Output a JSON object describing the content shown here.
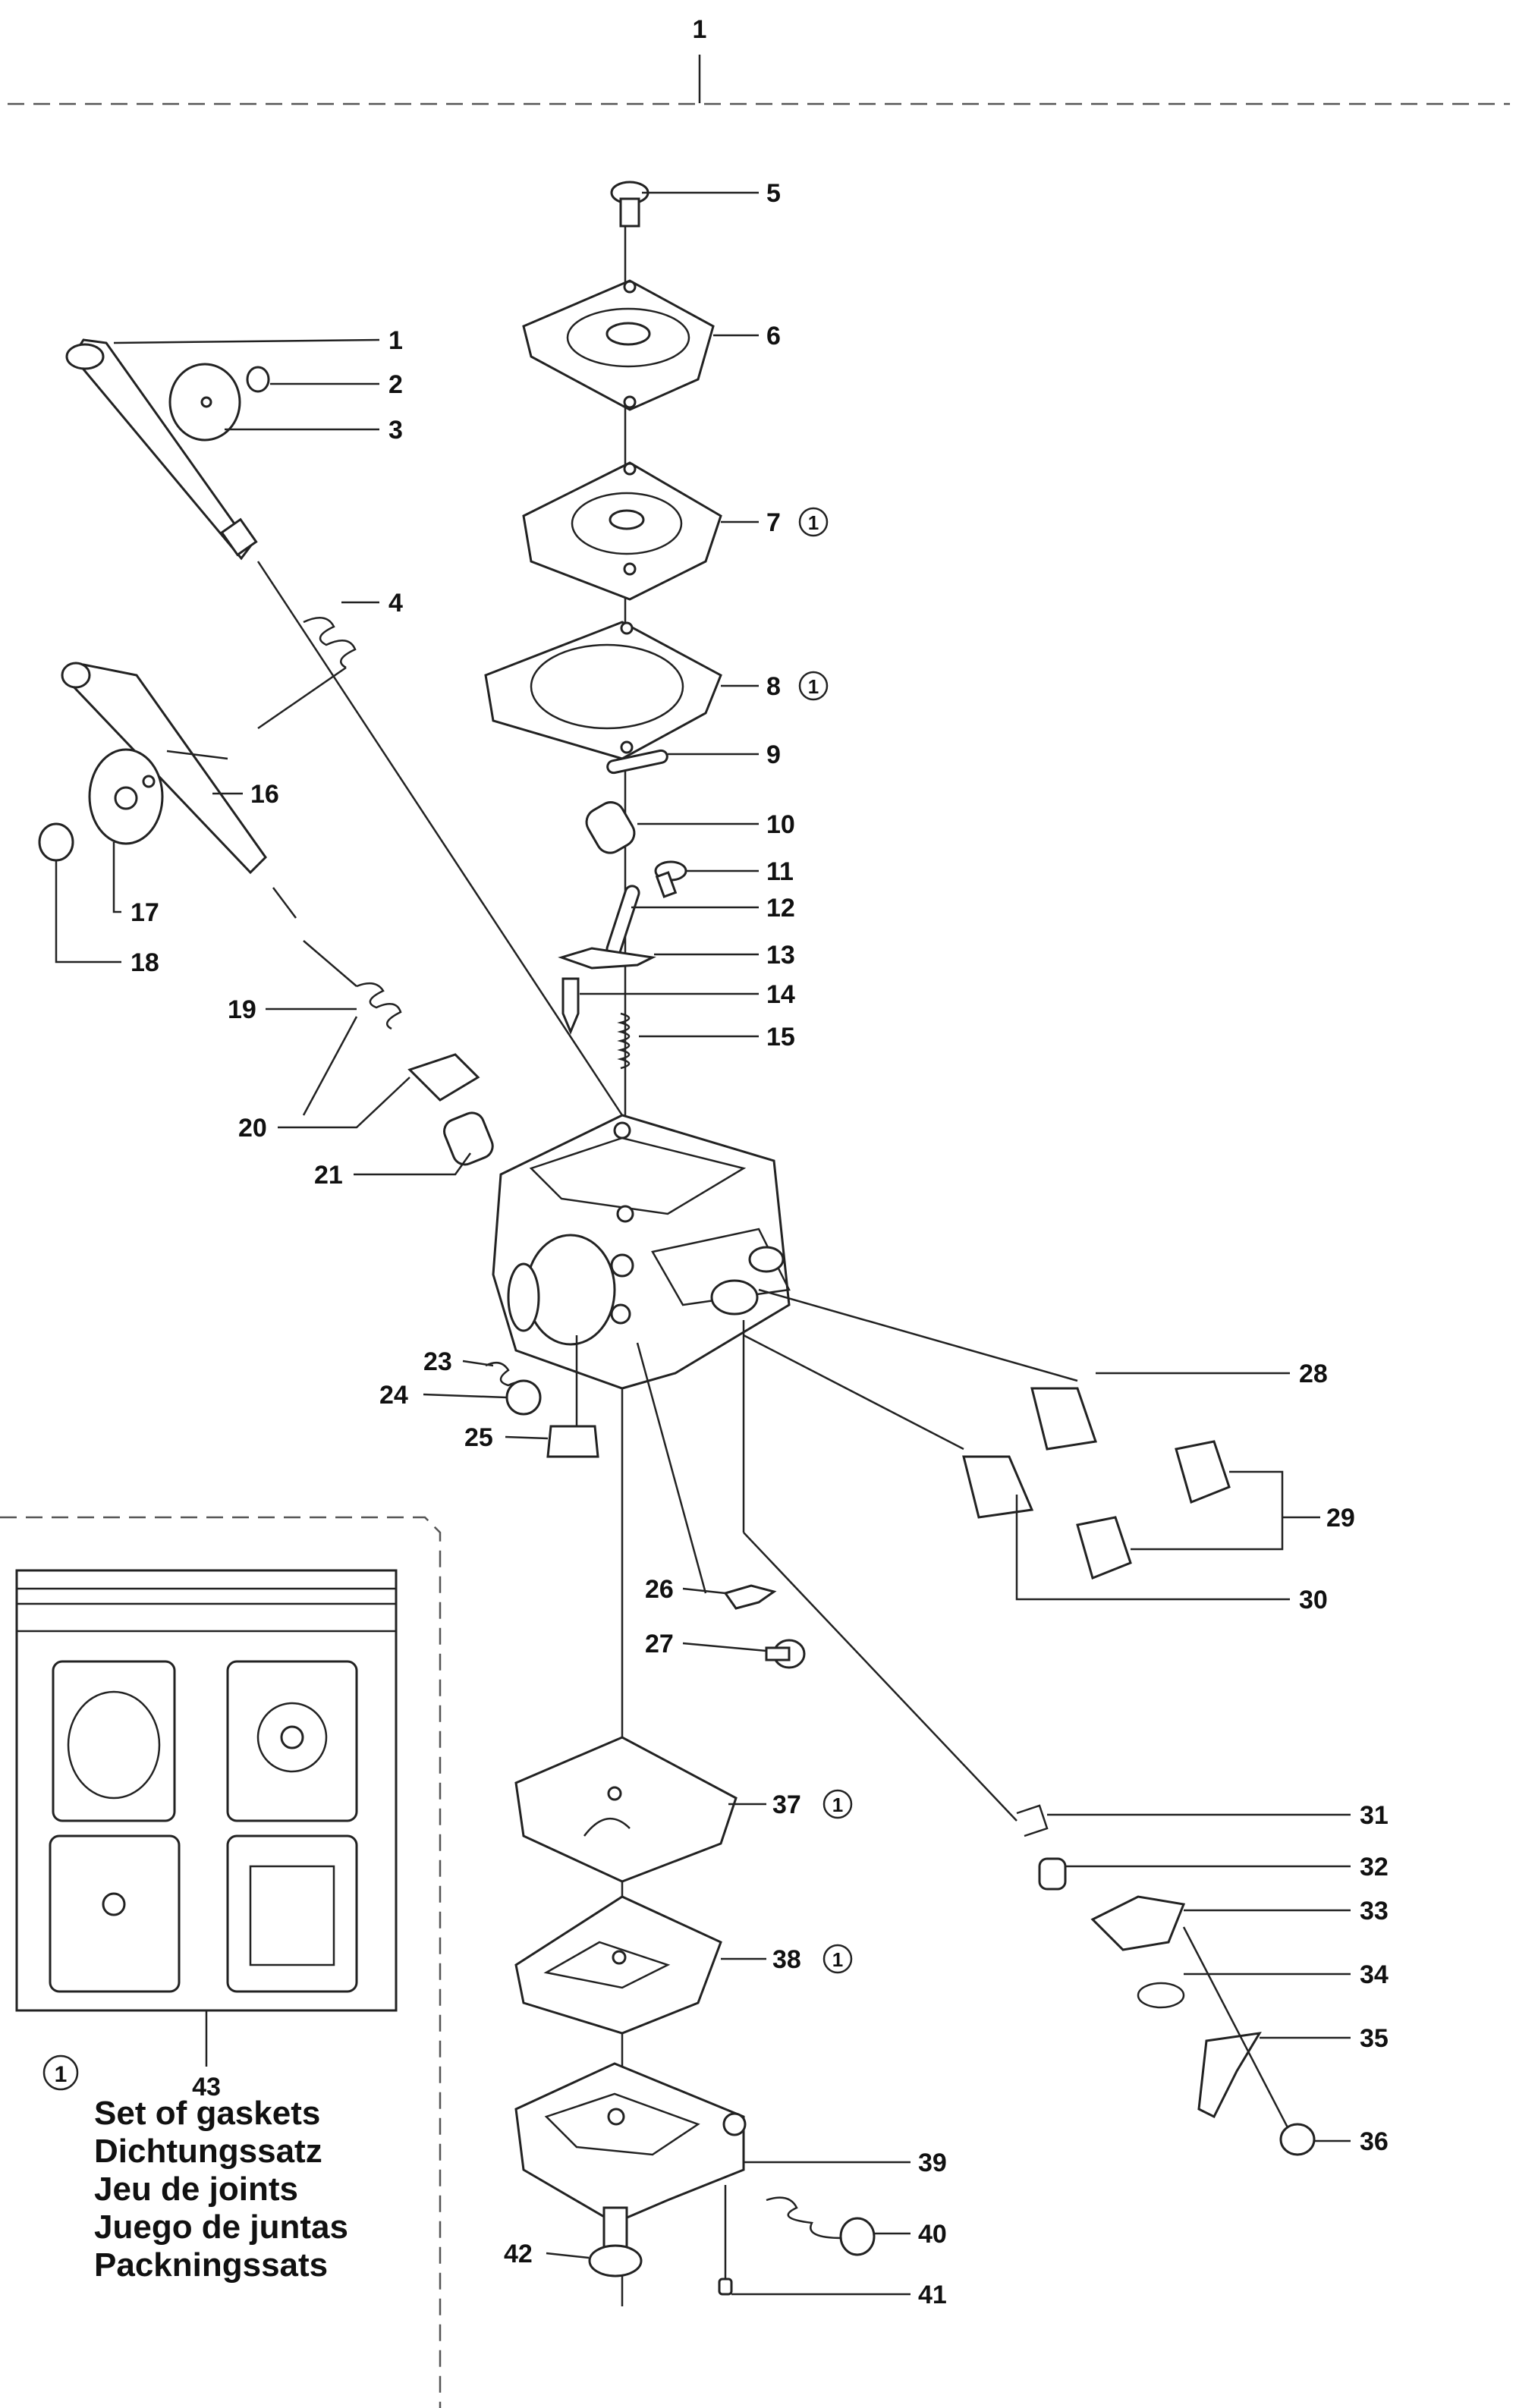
{
  "diagram": {
    "top_label": "1",
    "kit_marker": "1",
    "callouts": [
      {
        "id": "c1",
        "text": "1"
      },
      {
        "id": "c2",
        "text": "2"
      },
      {
        "id": "c3",
        "text": "3"
      },
      {
        "id": "c4",
        "text": "4"
      },
      {
        "id": "c5",
        "text": "5"
      },
      {
        "id": "c6",
        "text": "6"
      },
      {
        "id": "c7",
        "text": "7"
      },
      {
        "id": "c8",
        "text": "8"
      },
      {
        "id": "c9",
        "text": "9"
      },
      {
        "id": "c10",
        "text": "10"
      },
      {
        "id": "c11",
        "text": "11"
      },
      {
        "id": "c12",
        "text": "12"
      },
      {
        "id": "c13",
        "text": "13"
      },
      {
        "id": "c14",
        "text": "14"
      },
      {
        "id": "c15",
        "text": "15"
      },
      {
        "id": "c16",
        "text": "16"
      },
      {
        "id": "c17",
        "text": "17"
      },
      {
        "id": "c18",
        "text": "18"
      },
      {
        "id": "c19",
        "text": "19"
      },
      {
        "id": "c20",
        "text": "20"
      },
      {
        "id": "c21",
        "text": "21"
      },
      {
        "id": "c23",
        "text": "23"
      },
      {
        "id": "c24",
        "text": "24"
      },
      {
        "id": "c25",
        "text": "25"
      },
      {
        "id": "c26",
        "text": "26"
      },
      {
        "id": "c27",
        "text": "27"
      },
      {
        "id": "c28",
        "text": "28"
      },
      {
        "id": "c29",
        "text": "29"
      },
      {
        "id": "c30",
        "text": "30"
      },
      {
        "id": "c31",
        "text": "31"
      },
      {
        "id": "c32",
        "text": "32"
      },
      {
        "id": "c33",
        "text": "33"
      },
      {
        "id": "c34",
        "text": "34"
      },
      {
        "id": "c35",
        "text": "35"
      },
      {
        "id": "c36",
        "text": "36"
      },
      {
        "id": "c37",
        "text": "37"
      },
      {
        "id": "c38",
        "text": "38"
      },
      {
        "id": "c39",
        "text": "39"
      },
      {
        "id": "c40",
        "text": "40"
      },
      {
        "id": "c41",
        "text": "41"
      },
      {
        "id": "c42",
        "text": "42"
      },
      {
        "id": "c43",
        "text": "43"
      }
    ],
    "kit_legend": [
      "Set of gaskets",
      "Dichtungssatz",
      "Jeu de joints",
      "Juego de juntas",
      "Packningssats"
    ]
  }
}
